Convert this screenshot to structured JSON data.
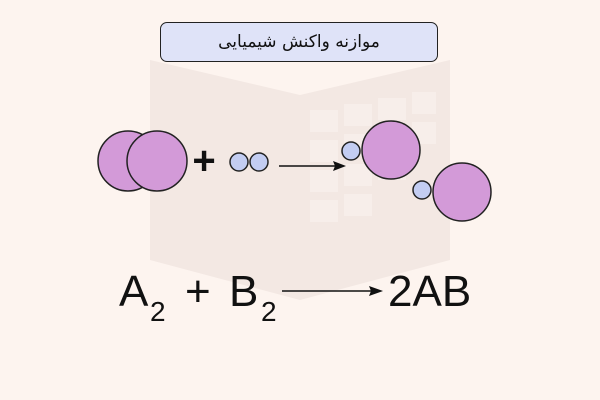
{
  "title": "موازنه واکنش شیمیایی",
  "colors": {
    "background": "#fdf4ef",
    "title_box": "#dfe3f8",
    "large_atom": "#d39ad8",
    "small_atom": "#c3cdf2",
    "outline": "#222222",
    "watermark": "#f1e7e2"
  },
  "reaction_diagram": {
    "plus_sign": "+"
  },
  "equation": {
    "reactant1": "A",
    "reactant1_sub": "2",
    "plus": "+",
    "reactant2": "B",
    "reactant2_sub": "2",
    "product": "2AB"
  }
}
